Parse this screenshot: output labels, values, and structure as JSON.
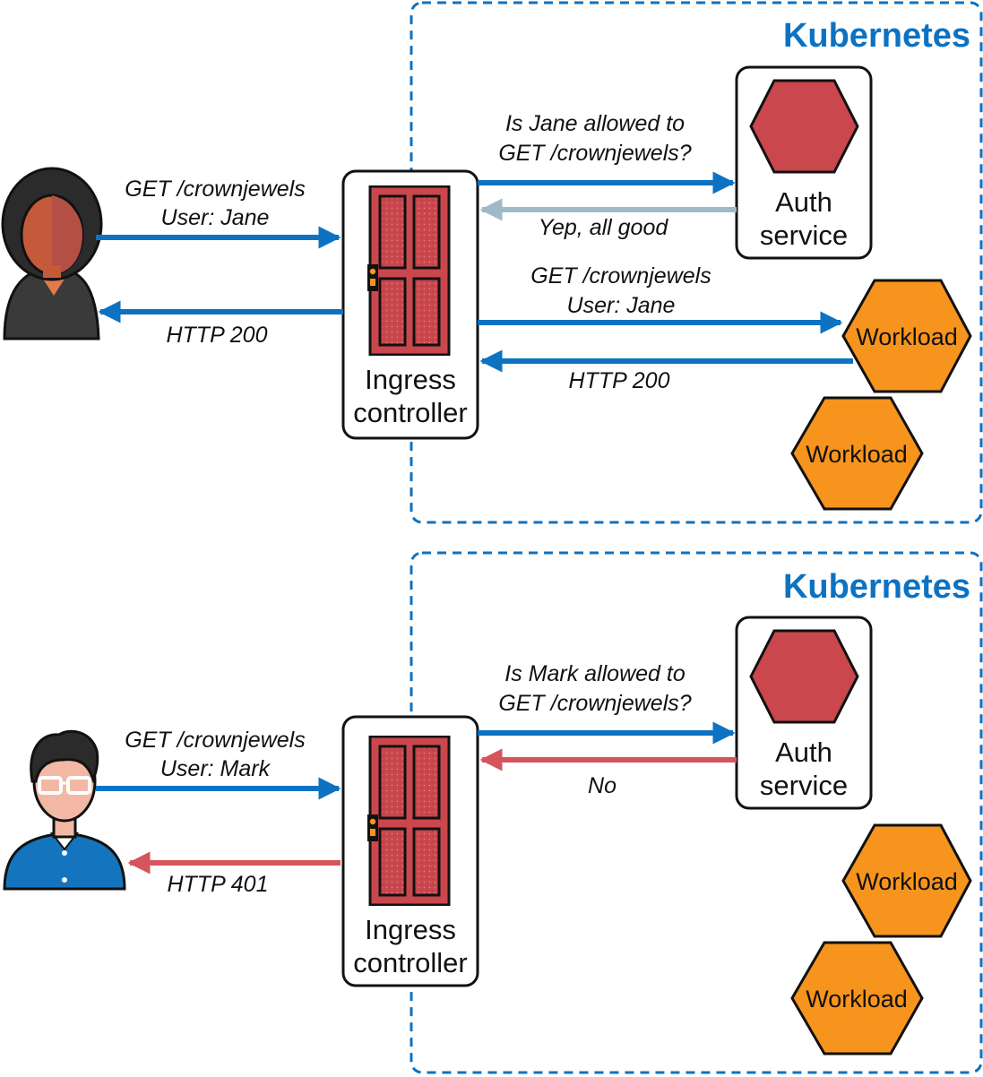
{
  "colors": {
    "blue_arrow": "#0d72c2",
    "grey_arrow": "#9fb9c8",
    "red_arrow": "#d4555b",
    "kubernetes_blue": "#0d72c2",
    "door_red": "#c9474d",
    "auth_red": "#c9474d",
    "workload_orange": "#f7941d"
  },
  "top": {
    "cluster_label": "Kubernetes",
    "user_name": "Jane",
    "request": {
      "line1": "GET /crownjewels",
      "line2": "User: Jane"
    },
    "response": "HTTP 200",
    "ingress": {
      "line1": "Ingress",
      "line2": "controller"
    },
    "auth": {
      "line1": "Auth",
      "line2": "service"
    },
    "auth_question": {
      "line1": "Is Jane allowed to",
      "line2": "GET /crownjewels?"
    },
    "auth_answer": "Yep, all good",
    "forward": {
      "line1": "GET /crownjewels",
      "line2": "User: Jane"
    },
    "workload_response": "HTTP 200",
    "workloads": [
      "Workload",
      "Workload"
    ]
  },
  "bottom": {
    "cluster_label": "Kubernetes",
    "user_name": "Mark",
    "request": {
      "line1": "GET /crownjewels",
      "line2": "User: Mark"
    },
    "response": "HTTP 401",
    "ingress": {
      "line1": "Ingress",
      "line2": "controller"
    },
    "auth": {
      "line1": "Auth",
      "line2": "service"
    },
    "auth_question": {
      "line1": "Is Mark allowed to",
      "line2": "GET /crownjewels?"
    },
    "auth_answer": "No",
    "workloads": [
      "Workload",
      "Workload"
    ]
  }
}
